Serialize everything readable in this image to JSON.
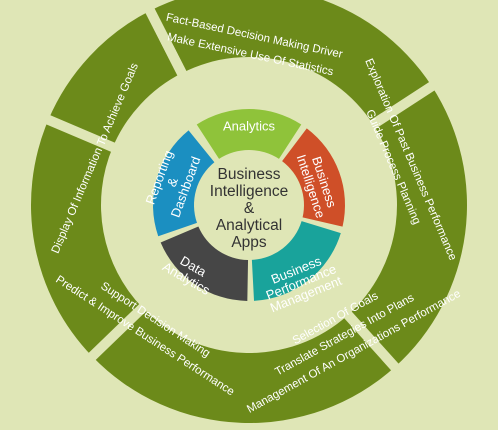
{
  "center": {
    "lines": [
      "Business",
      "Intelligence",
      "&",
      "Analytical",
      "Apps"
    ],
    "color": "#dfe6b6"
  },
  "inner_segments": [
    {
      "lines": [
        "Analytics"
      ],
      "color": "#8fc33a"
    },
    {
      "lines": [
        "Business",
        "Intelligence"
      ],
      "color": "#cf4f28"
    },
    {
      "lines": [
        "Business",
        "Performance",
        "Management"
      ],
      "color": "#19a39b"
    },
    {
      "lines": [
        "Data",
        "Analytics"
      ],
      "color": "#464646"
    },
    {
      "lines": [
        "Reporting",
        "&",
        "Dashboard"
      ],
      "color": "#1b8fc1"
    }
  ],
  "outer_segments": [
    {
      "lines": [
        "Fact-Based Decision Making Driver",
        "Make Extensive Use Of Statistics"
      ]
    },
    {
      "lines": [
        "Exploration Of Past Business Performance",
        "Guide Process Planning"
      ]
    },
    {
      "lines": [
        "Selection Of Goals",
        "Translate Strategies Into Plans",
        "Management Of An Organizations Performance"
      ]
    },
    {
      "lines": [
        "Support Decision Making",
        "Predict & Improve Business Performance"
      ]
    },
    {
      "lines": [
        "Display Of Information To Achieve Goals"
      ]
    }
  ],
  "colors": {
    "outer_ring": "#6c8a1a",
    "gap": "#dfe6b6"
  }
}
